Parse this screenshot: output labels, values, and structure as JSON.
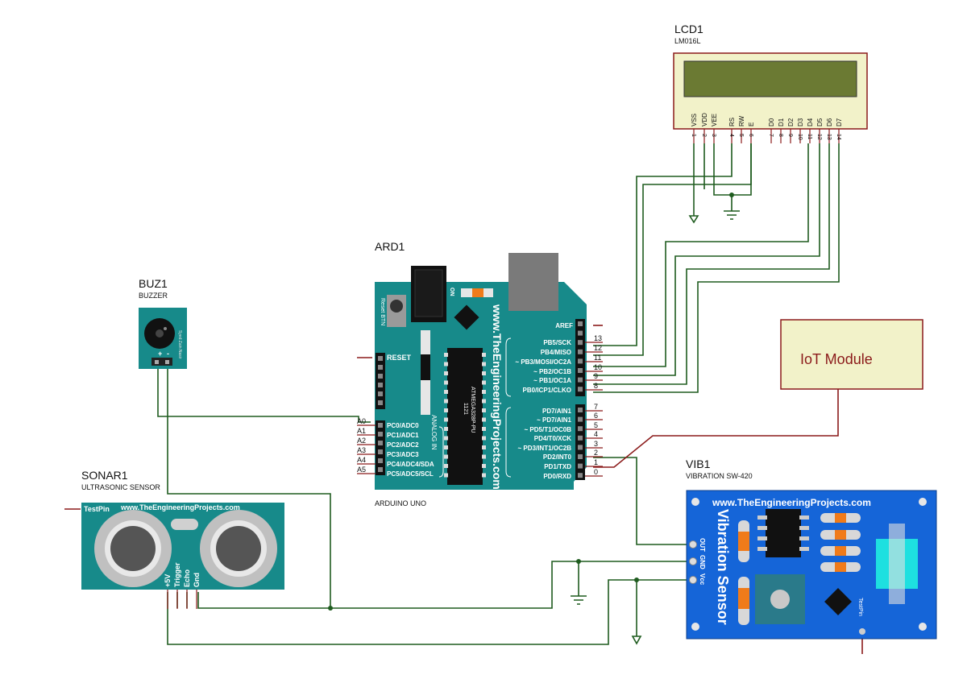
{
  "lcd": {
    "ref": "LCD1",
    "part": "LM016L",
    "pin_labels": [
      "VSS",
      "VDD",
      "VEE",
      "RS",
      "RW",
      "E",
      "D0",
      "D1",
      "D2",
      "D3",
      "D4",
      "D5",
      "D6",
      "D7"
    ],
    "pin_numbers": [
      "1",
      "2",
      "3",
      "4",
      "5",
      "6",
      "7",
      "8",
      "9",
      "10",
      "11",
      "12",
      "13",
      "14"
    ]
  },
  "arduino": {
    "ref": "ARD1",
    "model": "ARDUINO UNO",
    "website": "www.TheEngineeringProjects.com",
    "chip": "ATMEGA328P-PU",
    "chip_num": "1121",
    "reset_btn": "Reset BTN",
    "on_label": "ON",
    "reset_label": "RESET",
    "analog_label": "ANALOG IN",
    "aref": "AREF",
    "port_b": [
      "PB5/SCK",
      "PB4/MISO",
      "~ PB3/MOSI/OC2A",
      "~ PB2/OC1B",
      "~ PB1/OC1A",
      "PB0/ICP1/CLKO"
    ],
    "port_b_nums": [
      "13",
      "12",
      "11",
      "10",
      "9",
      "8"
    ],
    "port_d": [
      "PD7/AIN1",
      "~ PD7/AIN1",
      "~ PD5/T1/OC0B",
      "PD4/T0/XCK",
      "~ PD3/INT1/OC2B",
      "PD2/INT0",
      "PD1/TXD",
      "PD0/RXD"
    ],
    "port_d_nums": [
      "7",
      "6",
      "5",
      "4",
      "3",
      "2",
      "1",
      "0"
    ],
    "analog_pins": [
      "PC0/ADC0",
      "PC1/ADC1",
      "PC2/ADC2",
      "PC3/ADC3",
      "PC4/ADC4/SDA",
      "PC5/ADC5/SCL"
    ],
    "analog_nums": [
      "A0",
      "A1",
      "A2",
      "A3",
      "A4",
      "A5"
    ]
  },
  "buzzer": {
    "ref": "BUZ1",
    "part": "BUZZER",
    "plus": "+",
    "minus": "-",
    "maker": "Syed Zain Nasir"
  },
  "sonar": {
    "ref": "SONAR1",
    "part": "ULTRASONIC SENSOR",
    "website": "www.TheEngineeringProjects.com",
    "testpin": "TestPin",
    "pins": [
      "+5V",
      "Trigger",
      "Echo",
      "Gnd"
    ]
  },
  "iot": {
    "label": "IoT Module"
  },
  "vib": {
    "ref": "VIB1",
    "part": "VIBRATION SW-420",
    "website": "www.TheEngineeringProjects.com",
    "title": "Vibration Sensor",
    "pins": [
      "OUT",
      "GND",
      "Vcc"
    ],
    "testpin": "TestPin"
  },
  "colors": {
    "wire": "#1f5c1f",
    "part_outline": "#8b1a1a",
    "board_teal": "#178a8a",
    "vib_blue": "#1565d8",
    "iot_fill": "#f2f2c9",
    "lcd_fill": "#f2f2c9",
    "lcd_screen": "#6b7a33"
  }
}
